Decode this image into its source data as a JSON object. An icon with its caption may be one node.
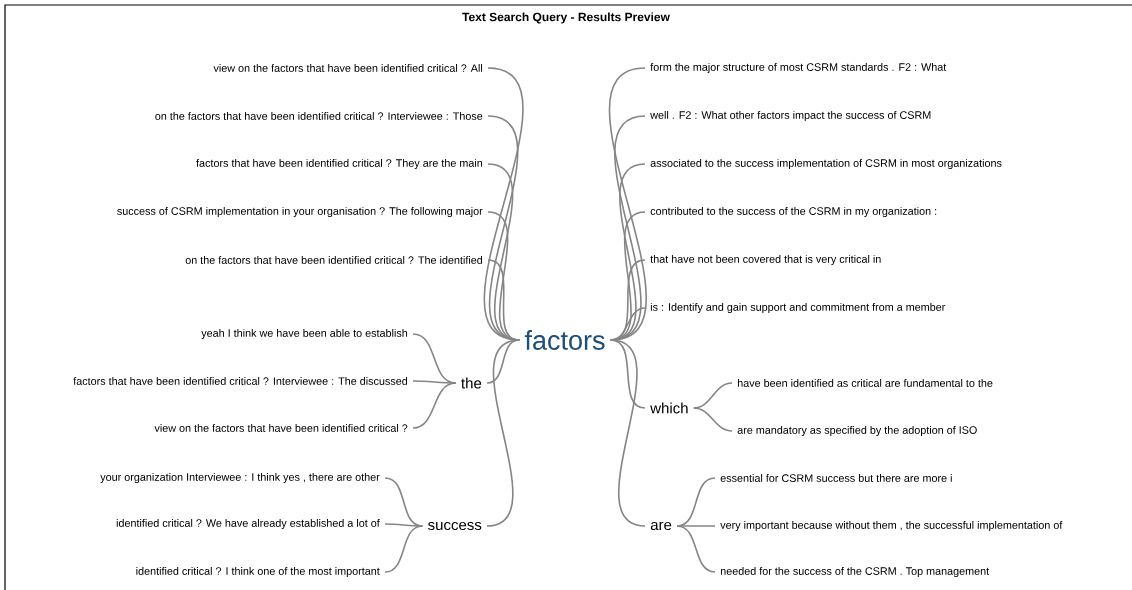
{
  "diagram": {
    "title": "Text Search Query - Results Preview",
    "nodes": [
      {
        "text": [
          "factors"
        ]
      },
      {
        "text": [
          "view on the factors that have been identified critical ? All"
        ]
      },
      {
        "text": [
          "on the factors that have been identified critical ? Interviewee : Those"
        ]
      },
      {
        "text": [
          "factors that have been identified critical ? They are the main"
        ]
      },
      {
        "text": [
          "success of CSRM implementation in your organisation ? The following major"
        ]
      },
      {
        "text": [
          "on the factors that have been identified critical ? The identified"
        ]
      },
      {
        "text": [
          "the"
        ]
      },
      {
        "text": [
          "yeah I think we have been able to establish"
        ]
      },
      {
        "text": [
          "factors that have been identified critical ? Interviewee : The discussed"
        ]
      },
      {
        "text": [
          "view on the factors that have been identified critical ?"
        ]
      },
      {
        "text": [
          "success"
        ]
      },
      {
        "text": [
          "your organization Interviewee : I think yes , there are other"
        ]
      },
      {
        "text": [
          "identified critical ? We have already established a lot of"
        ]
      },
      {
        "text": [
          "identified critical ? I think one of the most important"
        ]
      },
      {
        "text": [
          "form the major structure of most CSRM standards . F2 : What"
        ]
      },
      {
        "text": [
          "well . F2 : What other factors impact the success of CSRM"
        ]
      },
      {
        "text": [
          "associated to the success implementation of CSRM in most organizations"
        ]
      },
      {
        "text": [
          "contributed to the success of the CSRM in my organization :"
        ]
      },
      {
        "text": [
          "that have not been covered that is very critical in"
        ]
      },
      {
        "text": [
          "is : Identify and gain support and commitment from a member"
        ]
      },
      {
        "text": [
          "which"
        ]
      },
      {
        "text": [
          "have been identified as critical are fundamental to the"
        ]
      },
      {
        "text": [
          "are mandatory as specified by the adoption of ISO"
        ]
      },
      {
        "text": [
          "are"
        ]
      },
      {
        "text": [
          "essential for CSRM success but there are more i"
        ]
      },
      {
        "text": [
          "very important because without them , the successful implementation of"
        ]
      },
      {
        "text": [
          "needed for the success of the CSRM . Top management"
        ]
      }
    ],
    "edges": [
      {
        "from": 0,
        "to": 1,
        "arrow": "none"
      },
      {
        "from": 0,
        "to": 2,
        "arrow": "none"
      },
      {
        "from": 0,
        "to": 3,
        "arrow": "none"
      },
      {
        "from": 0,
        "to": 4,
        "arrow": "none"
      },
      {
        "from": 0,
        "to": 5,
        "arrow": "none"
      },
      {
        "from": 0,
        "to": 6,
        "arrow": "none"
      },
      {
        "from": 6,
        "to": 7,
        "arrow": "none"
      },
      {
        "from": 6,
        "to": 8,
        "arrow": "none"
      },
      {
        "from": 6,
        "to": 9,
        "arrow": "none"
      },
      {
        "from": 0,
        "to": 10,
        "arrow": "none"
      },
      {
        "from": 10,
        "to": 11,
        "arrow": "none"
      },
      {
        "from": 10,
        "to": 12,
        "arrow": "none"
      },
      {
        "from": 10,
        "to": 13,
        "arrow": "none"
      },
      {
        "from": 0,
        "to": 14,
        "arrow": "none"
      },
      {
        "from": 0,
        "to": 15,
        "arrow": "none"
      },
      {
        "from": 0,
        "to": 16,
        "arrow": "none"
      },
      {
        "from": 0,
        "to": 17,
        "arrow": "none"
      },
      {
        "from": 0,
        "to": 18,
        "arrow": "none"
      },
      {
        "from": 0,
        "to": 19,
        "arrow": "none"
      },
      {
        "from": 0,
        "to": 20,
        "arrow": "none"
      },
      {
        "from": 20,
        "to": 21,
        "arrow": "none"
      },
      {
        "from": 20,
        "to": 22,
        "arrow": "none"
      },
      {
        "from": 0,
        "to": 23,
        "arrow": "none"
      },
      {
        "from": 23,
        "to": 24,
        "arrow": "none"
      },
      {
        "from": 23,
        "to": 25,
        "arrow": "none"
      },
      {
        "from": 23,
        "to": 26,
        "arrow": "none"
      }
    ]
  }
}
